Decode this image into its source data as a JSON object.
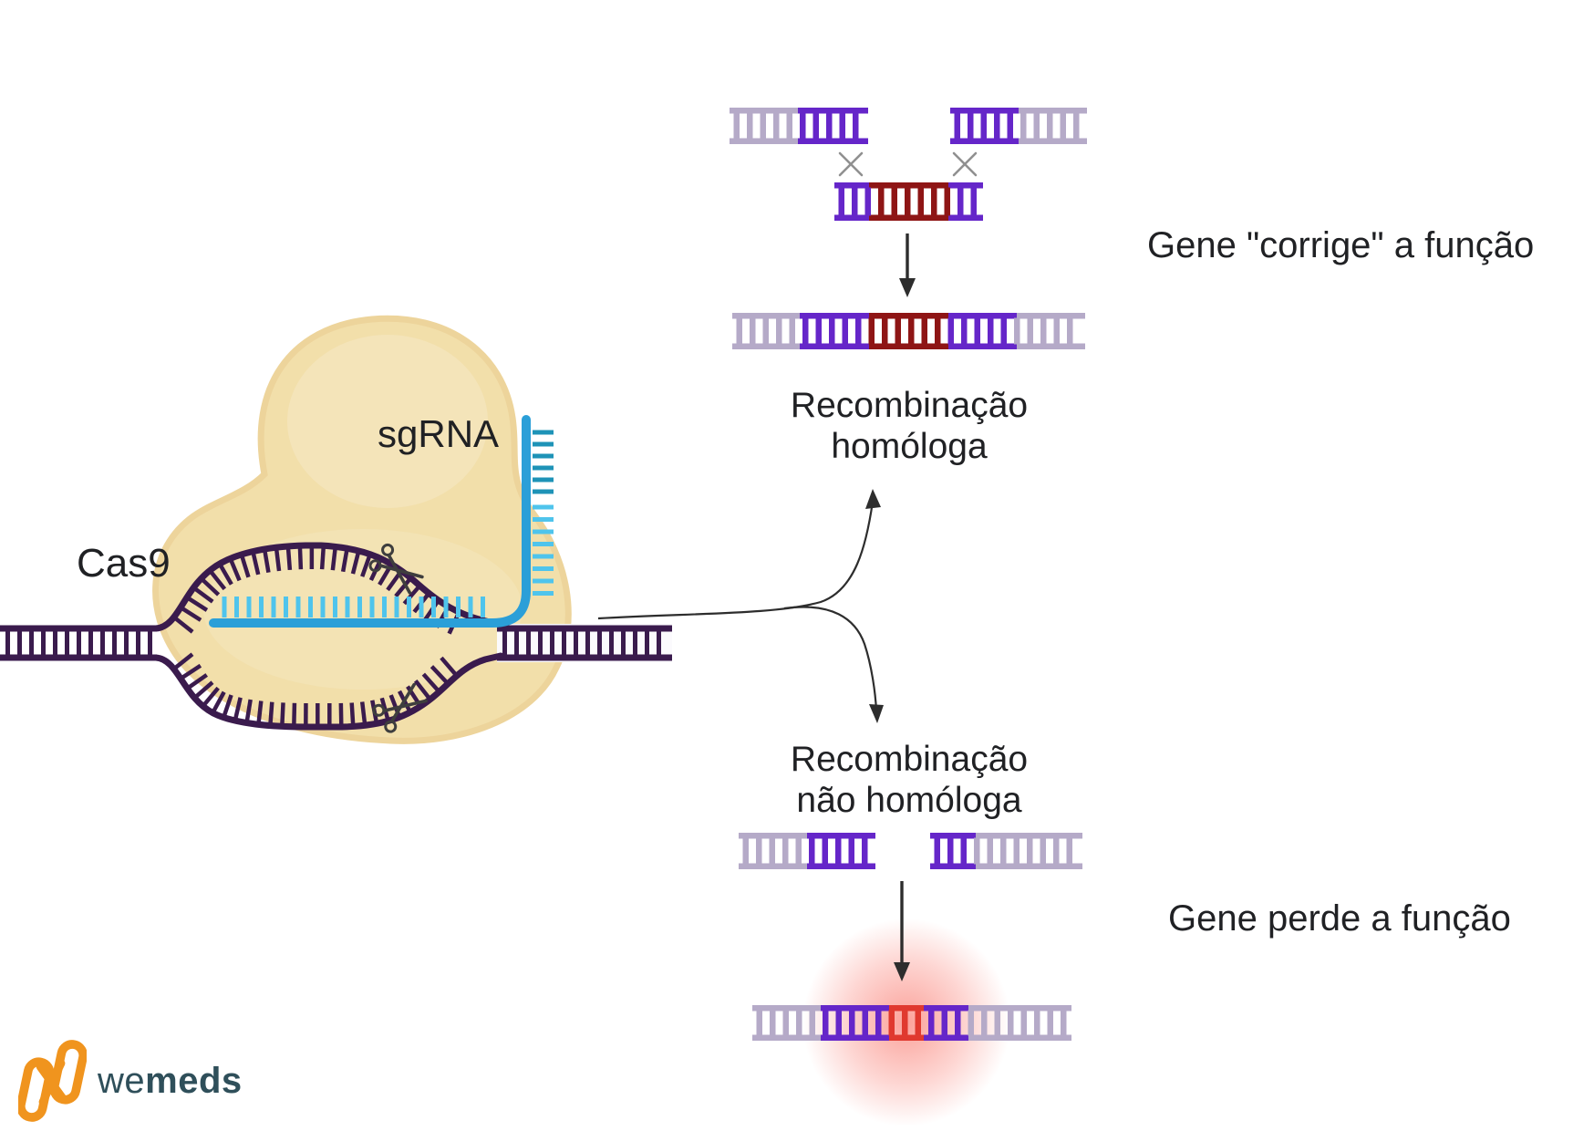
{
  "labels": {
    "cas9": "Cas9",
    "sgrna": "sgRNA",
    "recombination_homologous": "Recombinação\nhomóloga",
    "recombination_nonhomologous": "Recombinação\nnão homóloga",
    "gene_corrects": "Gene \"corrige\" a função",
    "gene_loses": "Gene perde a função"
  },
  "logo": {
    "we": "we",
    "meds": "meds"
  },
  "colors": {
    "lavender": "#b5aac8",
    "purple": "#6526c9",
    "darkred": "#8e1515",
    "brightred": "#e0392f",
    "dnadark": "#3a1b4d",
    "sgrna": "#2b9fd8",
    "sgrnalight": "#4fc4ec",
    "sgrnateal": "#1e93b7",
    "blobfill": "#f2dfaa",
    "bloblight": "#f6e8c4",
    "blobedge": "#edd49b",
    "arrow": "#2d2d2d",
    "xmark": "#909090",
    "scissors": "#3e3e3e",
    "textcolor": "#202124",
    "glowcore": "rgba(248,70,55,0.50)",
    "glowmid": "rgba(248,70,55,0.22)",
    "logoorange": "#f0941e",
    "logotext": "#2f4f5a"
  }
}
